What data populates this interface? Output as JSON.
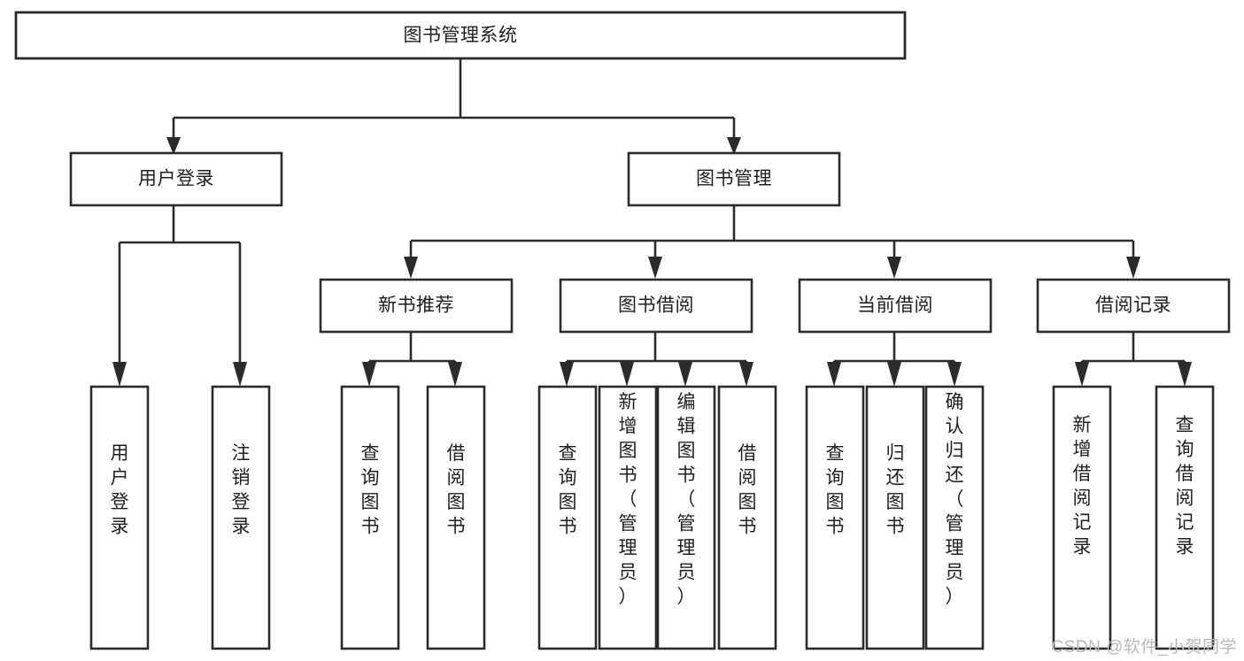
{
  "diagram": {
    "type": "tree",
    "title": "图书管理系统",
    "orientation": "top-down",
    "colors": {
      "box_fill": "#ffffff",
      "box_stroke": "#2b2b2b",
      "text": "#1f1f1f",
      "watermark": "#b9b9b9",
      "background": "#ffffff"
    },
    "root": {
      "id": "root",
      "label": "图书管理系统",
      "text_orientation": "horizontal"
    },
    "level2": [
      {
        "id": "user-login",
        "label": "用户登录",
        "text_orientation": "horizontal"
      },
      {
        "id": "book-management",
        "label": "图书管理",
        "text_orientation": "horizontal"
      }
    ],
    "level3": [
      {
        "id": "new-book-recommend",
        "label": "新书推荐",
        "text_orientation": "horizontal",
        "parent": "book-management"
      },
      {
        "id": "book-borrow",
        "label": "图书借阅",
        "text_orientation": "horizontal",
        "parent": "book-management"
      },
      {
        "id": "current-borrow",
        "label": "当前借阅",
        "text_orientation": "horizontal",
        "parent": "book-management"
      },
      {
        "id": "borrow-records",
        "label": "借阅记录",
        "text_orientation": "horizontal",
        "parent": "book-management"
      }
    ],
    "leaves": [
      {
        "id": "leaf-user-login",
        "label": "用户登录",
        "text_orientation": "vertical",
        "parent": "user-login"
      },
      {
        "id": "leaf-user-logout",
        "label": "注销登录",
        "text_orientation": "vertical",
        "parent": "user-login"
      },
      {
        "id": "leaf-query-book-1",
        "label": "查询图书",
        "text_orientation": "vertical",
        "parent": "new-book-recommend"
      },
      {
        "id": "leaf-borrow-book-1",
        "label": "借阅图书",
        "text_orientation": "vertical",
        "parent": "new-book-recommend"
      },
      {
        "id": "leaf-query-book-2",
        "label": "查询图书",
        "text_orientation": "vertical",
        "parent": "book-borrow"
      },
      {
        "id": "leaf-add-book",
        "label": "新增图书（管理员）",
        "text_orientation": "vertical",
        "parent": "book-borrow"
      },
      {
        "id": "leaf-edit-book",
        "label": "编辑图书（管理员）",
        "text_orientation": "vertical",
        "parent": "book-borrow"
      },
      {
        "id": "leaf-borrow-book-2",
        "label": "借阅图书",
        "text_orientation": "vertical",
        "parent": "book-borrow"
      },
      {
        "id": "leaf-query-book-3",
        "label": "查询图书",
        "text_orientation": "vertical",
        "parent": "current-borrow"
      },
      {
        "id": "leaf-return-book",
        "label": "归还图书",
        "text_orientation": "vertical",
        "parent": "current-borrow"
      },
      {
        "id": "leaf-confirm-return",
        "label": "确认归还（管理员）",
        "text_orientation": "vertical",
        "parent": "current-borrow"
      },
      {
        "id": "leaf-add-record",
        "label": "新增借阅记录",
        "text_orientation": "vertical",
        "parent": "borrow-records"
      },
      {
        "id": "leaf-query-record",
        "label": "查询借阅记录",
        "text_orientation": "vertical",
        "parent": "borrow-records"
      }
    ]
  },
  "watermark": {
    "text": "CSDN @软件_小贺同学"
  }
}
